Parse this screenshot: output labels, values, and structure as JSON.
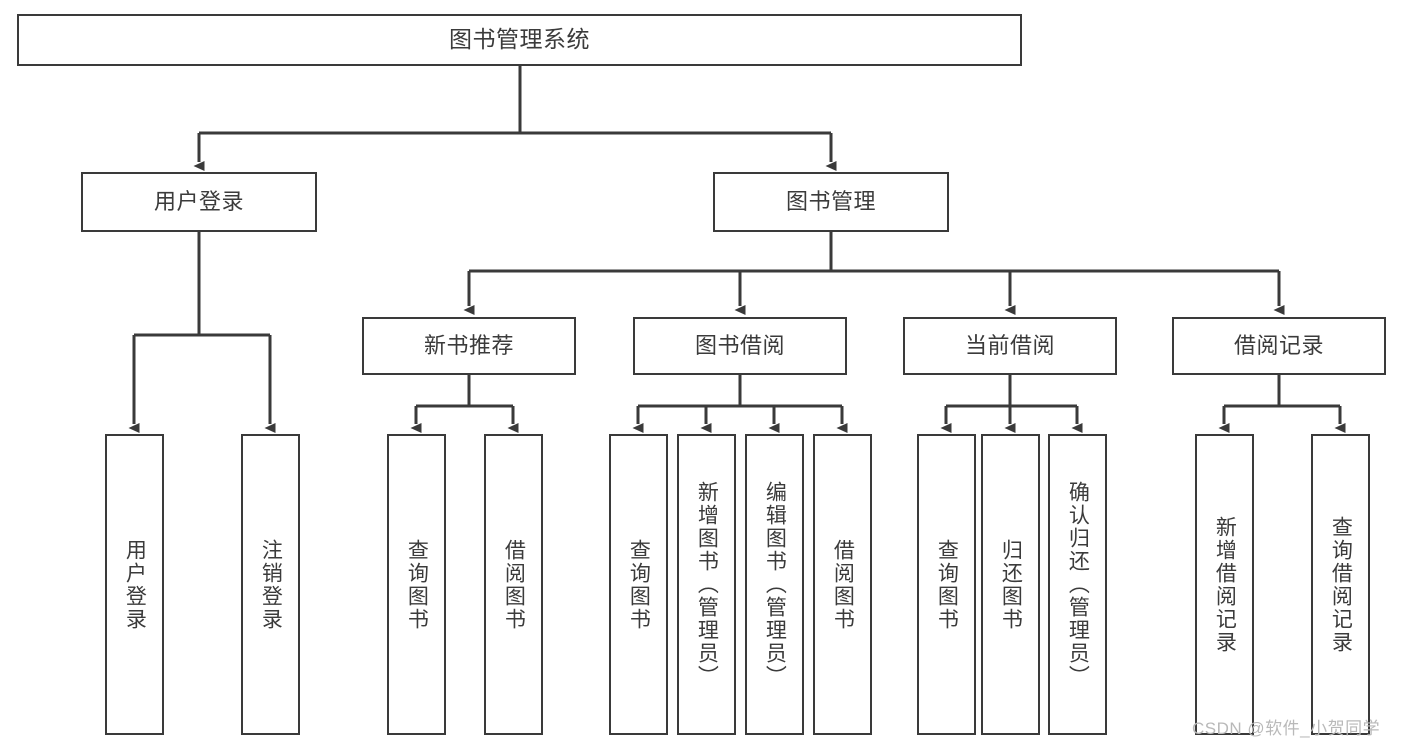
{
  "diagram": {
    "type": "tree-hierarchy-chart",
    "title": "图书管理系统",
    "stroke_color": "#3a3a3a",
    "text_color": "#3b3b3b",
    "background": "#ffffff",
    "levels": [
      {
        "level": 0,
        "nodes": [
          {
            "id": "root",
            "label": "图书管理系统"
          }
        ]
      },
      {
        "level": 1,
        "nodes": [
          {
            "id": "login",
            "label": "用户登录"
          },
          {
            "id": "bookmgmt",
            "label": "图书管理"
          }
        ]
      },
      {
        "level": 2,
        "nodes": [
          {
            "id": "newbook",
            "label": "新书推荐"
          },
          {
            "id": "borrow",
            "label": "图书借阅"
          },
          {
            "id": "current",
            "label": "当前借阅"
          },
          {
            "id": "record",
            "label": "借阅记录"
          }
        ]
      },
      {
        "level": 3,
        "nodes": [
          {
            "id": "leaf1",
            "label": "用户登录",
            "parent": "login"
          },
          {
            "id": "leaf2",
            "label": "注销登录",
            "parent": "login"
          },
          {
            "id": "leaf3",
            "label": "查询图书",
            "parent": "newbook"
          },
          {
            "id": "leaf4",
            "label": "借阅图书",
            "parent": "newbook"
          },
          {
            "id": "leaf5",
            "label": "查询图书",
            "parent": "borrow"
          },
          {
            "id": "leaf6",
            "label": "新增图书（管理员）",
            "parent": "borrow"
          },
          {
            "id": "leaf7",
            "label": "编辑图书（管理员）",
            "parent": "borrow"
          },
          {
            "id": "leaf8",
            "label": "借阅图书",
            "parent": "borrow"
          },
          {
            "id": "leaf9",
            "label": "查询图书",
            "parent": "current"
          },
          {
            "id": "leaf10",
            "label": "归还图书",
            "parent": "current"
          },
          {
            "id": "leaf11",
            "label": "确认归还（管理员）",
            "parent": "current"
          },
          {
            "id": "leaf12",
            "label": "新增借阅记录",
            "parent": "record"
          },
          {
            "id": "leaf13",
            "label": "查询借阅记录",
            "parent": "record"
          }
        ]
      }
    ]
  },
  "watermark": {
    "text": "CSDN @软件_小贺同学"
  }
}
